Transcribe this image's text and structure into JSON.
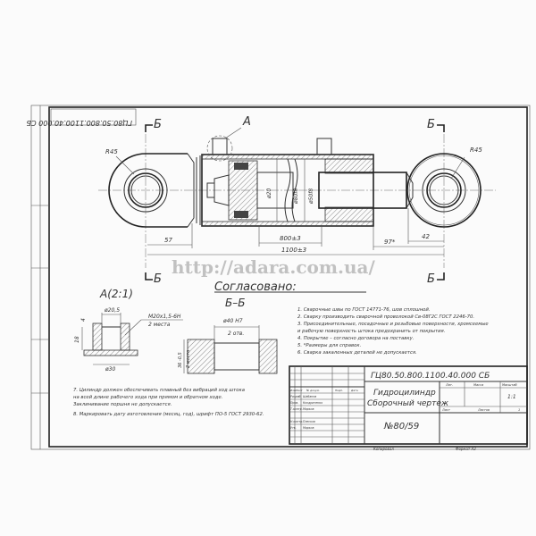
{
  "drawing": {
    "stamp_code": "ГЦ80.50.800.1100.40.000 СБ",
    "section_marks": [
      "Б",
      "Б",
      "Б",
      "Б"
    ],
    "detail_mark": "А",
    "dimensions": {
      "r_left": "R45",
      "r_right": "R45",
      "d_rod": "ø20",
      "d_bore1": "ø80f8",
      "d_bore2": "ø50f8",
      "len_57": "57",
      "stroke": "800±3",
      "total": "1100±3",
      "len_97": "97*",
      "len_42": "42"
    },
    "watermark": "http://adara.com.ua/",
    "approved_label": "Согласовано:",
    "detail_a": {
      "title": "А(2:1)",
      "dim_top": "ø20,5",
      "thread": "M20x1,5-6H",
      "thread_note": "2 места",
      "dim_left": "4",
      "dim_height": "18",
      "dim_bottom": "ø30"
    },
    "section_bb": {
      "title": "Б–Б",
      "dim_top": "ø40 H7",
      "dim_top_note": "2 отв.",
      "dim_left": "36 -0,5",
      "dim_left_note": "2 места"
    }
  },
  "notes": [
    "1. Сварочные швы по ГОСТ 14771-76, шов сплошной.",
    "2. Сварку производить сварочной проволокой Св-08Г2С ГОСТ 2246-70.",
    "3. Присоединительные, посадочные и резьбовые поверхности, хромсеемые",
    "и рабочую поверхность штока предохранить от покрытия.",
    "4. Покрытие – согласно договора на поставку.",
    "5. *Размеры для справок.",
    "6. Сварка закаленных деталей не допускается."
  ],
  "notes_bottom": [
    "7. Цилиндр должен обеспечивать плавный без вибраций ход штока",
    "на всей длине рабочего хода при прямом и обратном ходе.",
    "Заклинивание поршня не допускается.",
    "8. Маркировать дату изготовления (месяц, год), шрифт ПО-5 ГОСТ 2930-62."
  ],
  "title_block": {
    "code": "ГЦ80.50.800.1100.40.000 СБ",
    "name_line1": "Гидроцилиндр",
    "name_line2": "Сборочный чертеж",
    "number": "№80/59",
    "col_lit": "Лит.",
    "col_mass": "Масса",
    "col_scale": "Масштаб",
    "scale": "1:1",
    "sheet": "Лист",
    "sheets": "Листов",
    "sheets_count": "1",
    "rows": [
      "Изм.",
      "Лист",
      "№ докум.",
      "Подп.",
      "Дата"
    ],
    "roles": [
      "Разраб.",
      "Пров.",
      "Т.контр.",
      "Н.контр.",
      "Утв."
    ],
    "names": [
      "Шабанов",
      "Кондратенко",
      "Марков",
      "Плесков",
      "Марков"
    ],
    "copied": "Копировал",
    "format": "Формат  А3"
  }
}
